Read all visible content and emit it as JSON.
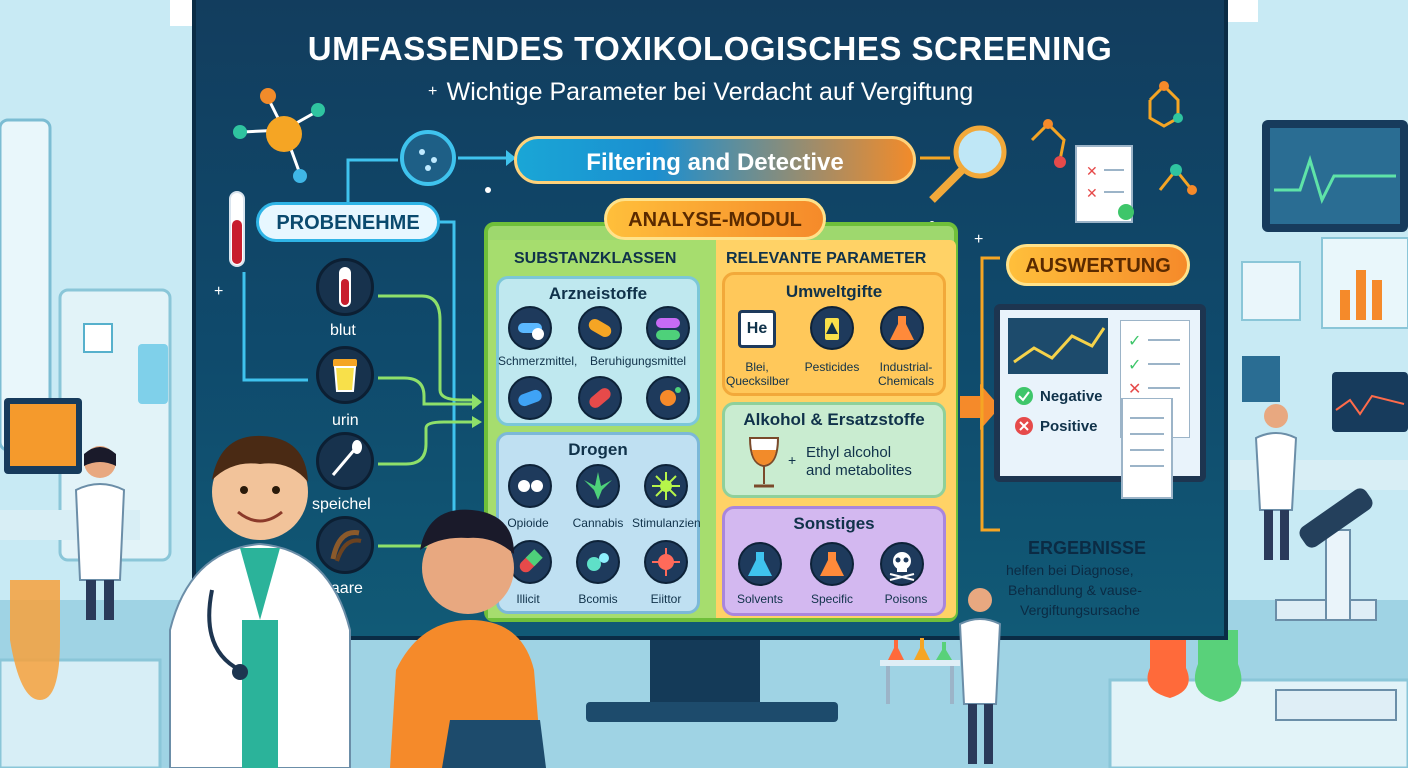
{
  "header": {
    "title": "UMFASSENDES TOXIKOLOGISCHES SCREENING",
    "subtitle": "Wichtige Parameter bei Verdacht auf Vergiftung"
  },
  "flow": {
    "filter_label": "Filtering and Detective",
    "probe_label": "PROBENEHME",
    "analyse_label": "ANALYSE-MODUL",
    "ausw_label": "AUSWERTUNG"
  },
  "samples": [
    {
      "label": "blut",
      "icon": "blood-tube-icon"
    },
    {
      "label": "urin",
      "icon": "urine-cup-icon"
    },
    {
      "label": "speichel",
      "icon": "swab-icon"
    },
    {
      "label": "haare",
      "icon": "hair-icon"
    }
  ],
  "analyse": {
    "left_head": "SUBSTANZKLASSEN",
    "right_head": "RELEVANTE PARAMETER",
    "arzneistoffe": {
      "title": "Arzneistoffe",
      "caption_a": "Schmerzmittel,",
      "caption_b": "Beruhigungsmittel"
    },
    "drogen": {
      "title": "Drogen",
      "items_top": [
        "Opioide",
        "Cannabis",
        "Stimulanzien"
      ],
      "items_bottom": [
        "Illicit",
        "Bcomis",
        "Eiittor"
      ]
    },
    "umweltgifte": {
      "title": "Umweltgifte",
      "he_symbol": "He",
      "items": [
        {
          "line1": "Blei,",
          "line2": "Quecksilber"
        },
        {
          "line1": "Pesticides",
          "line2": ""
        },
        {
          "line1": "Industrial-",
          "line2": "Chemicals"
        }
      ]
    },
    "alkohol": {
      "title": "Alkohol & Ersatzstoffe",
      "plus": "+",
      "line1": "Ethyl alcohol",
      "line2": "and metabolites"
    },
    "sonstiges": {
      "title": "Sonstiges",
      "items": [
        "Solvents",
        "Specific",
        "Poisons"
      ]
    }
  },
  "auswertung": {
    "negative": "Negative",
    "positive": "Positive"
  },
  "ergebnisse": {
    "title": "ERGEBNISSE",
    "line1": "helfen bei Diagnose,",
    "line2": "Behandlung & vause-",
    "line3": "Vergiftungsursache"
  },
  "colors": {
    "board": "#123d5e",
    "module_green": "#9ed86e",
    "param_yellow": "#ffd266",
    "accent_orange": "#f58a2a",
    "accent_blue": "#1aa6d6"
  }
}
